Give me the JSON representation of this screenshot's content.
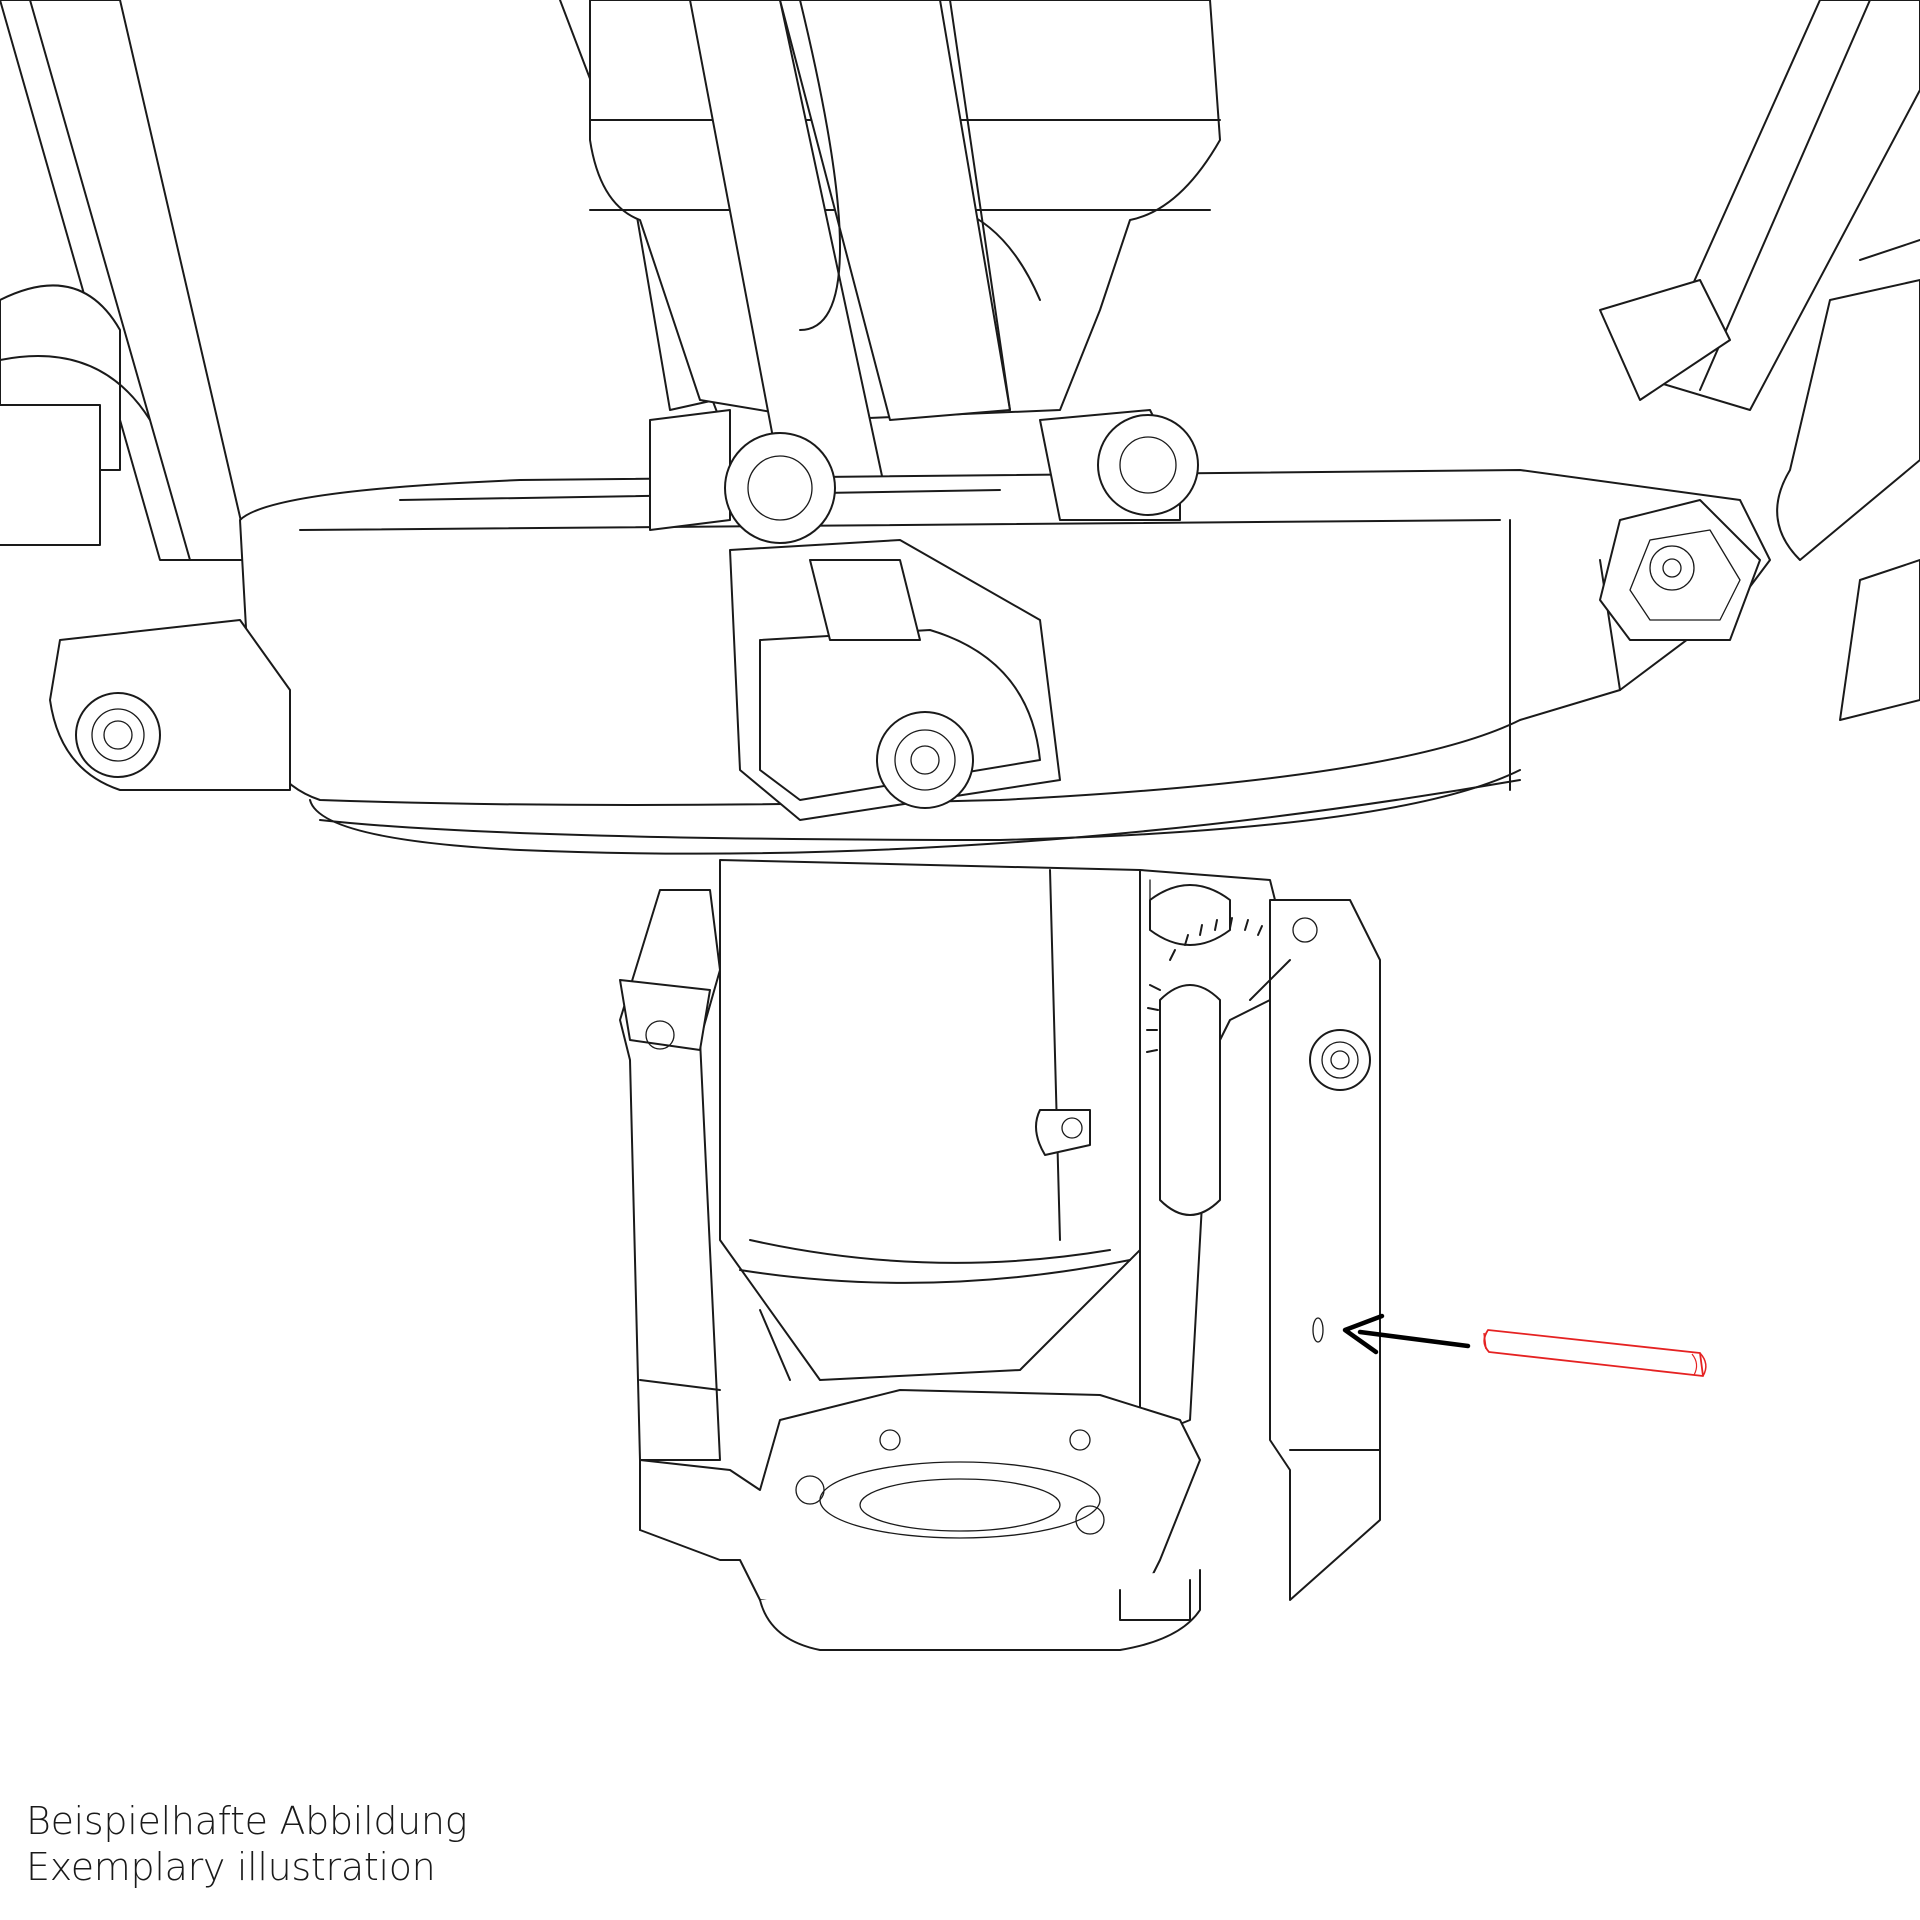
{
  "illustration": {
    "subject": "robot base joint assembly with pin insertion",
    "highlight_color": "#e52222",
    "line_color": "#1a1a1a",
    "arrow_color": "#000000",
    "highlighted_part_icon": "cylindrical-pin-icon",
    "arrow_icon": "arrow-left-icon"
  },
  "caption": {
    "line_de": "Beispielhafte Abbildung",
    "line_en": "Exemplary illustration"
  }
}
